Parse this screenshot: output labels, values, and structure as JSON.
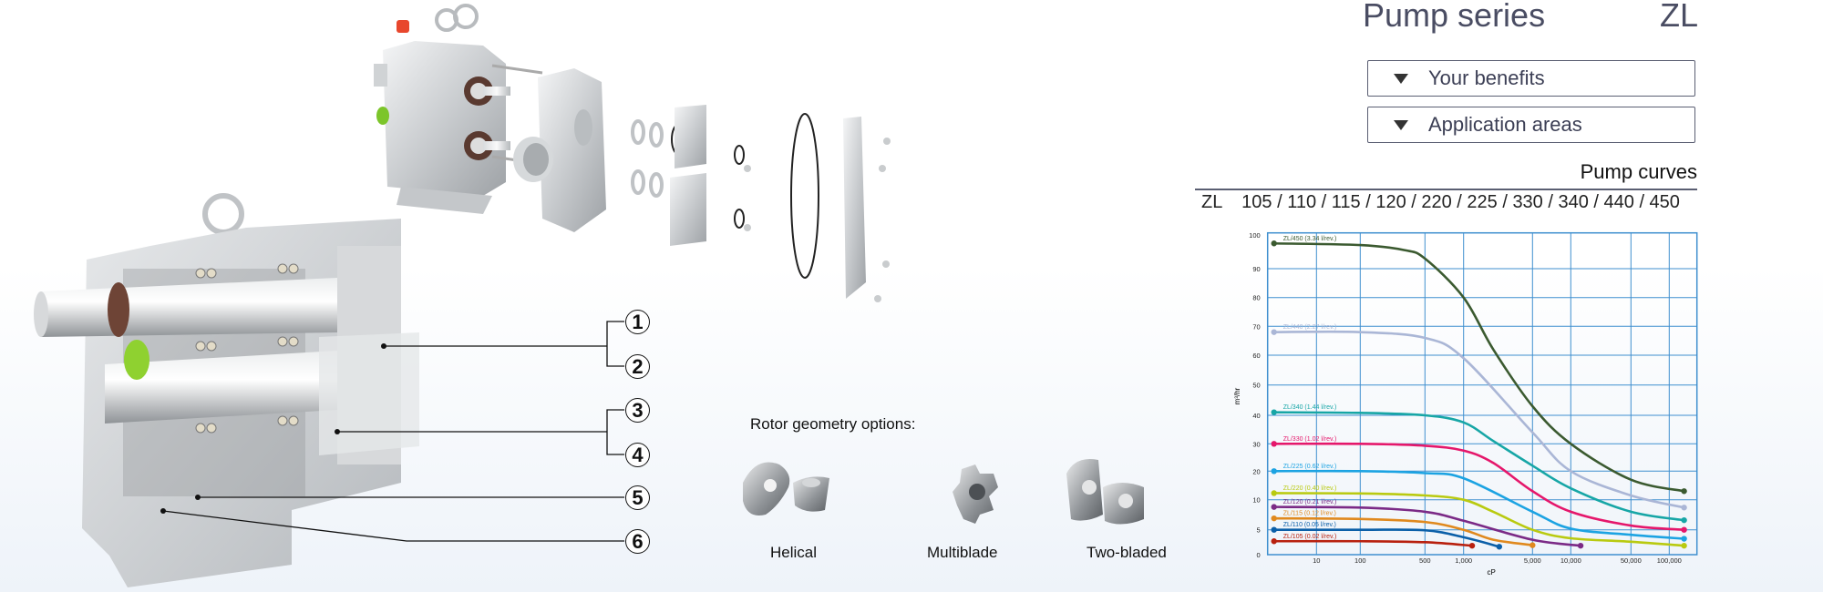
{
  "header": {
    "title": "Pump series",
    "series": "ZL"
  },
  "accordions": [
    {
      "label": "Your benefits"
    },
    {
      "label": "Application areas"
    }
  ],
  "curves_section": {
    "heading": "Pump curves",
    "prefix": "ZL",
    "models": "105 / 110 / 115 / 120 / 220 / 225 / 330 / 340 / 440 / 450"
  },
  "callouts": [
    "1",
    "2",
    "3",
    "4",
    "5",
    "6"
  ],
  "rotors": {
    "heading": "Rotor geometry options:",
    "items": [
      {
        "label": "Helical"
      },
      {
        "label": "Multiblade"
      },
      {
        "label": "Two-bladed"
      }
    ]
  },
  "chart_data": {
    "type": "line",
    "xlabel": "cP",
    "ylabel": "m³/hr",
    "xscale": "log",
    "xticks": [
      10,
      100,
      500,
      1000,
      5000,
      10000,
      50000,
      100000
    ],
    "xtick_labels": [
      "10",
      "100",
      "500",
      "1,000",
      "5,000",
      "10,000",
      "50,000",
      "100,000"
    ],
    "yticks": [
      0,
      5,
      10,
      20,
      30,
      40,
      50,
      60,
      70,
      80,
      90,
      100
    ],
    "ylim": [
      0,
      100
    ],
    "grid": true,
    "series": [
      {
        "name": "ZL/450 (3.34 l/rev.)",
        "color": "#3b5a30",
        "points": [
          [
            1,
            97.5
          ],
          [
            100,
            97
          ],
          [
            300,
            95.5
          ],
          [
            500,
            93
          ],
          [
            1000,
            80
          ],
          [
            2000,
            62
          ],
          [
            5000,
            43
          ],
          [
            10000,
            30
          ],
          [
            50000,
            17
          ],
          [
            158000,
            13
          ]
        ]
      },
      {
        "name": "ZL/440 (2.27 l/rev.)",
        "color": "#aab6d6",
        "points": [
          [
            1,
            68
          ],
          [
            100,
            68
          ],
          [
            500,
            66
          ],
          [
            1000,
            59
          ],
          [
            5000,
            34
          ],
          [
            10000,
            20
          ],
          [
            50000,
            11.5
          ],
          [
            158000,
            8.7
          ]
        ]
      },
      {
        "name": "ZL/340 (1.44 l/rev.)",
        "color": "#17a6a6",
        "points": [
          [
            1,
            41
          ],
          [
            100,
            40.8
          ],
          [
            500,
            40
          ],
          [
            1000,
            37.5
          ],
          [
            2000,
            31
          ],
          [
            5000,
            22
          ],
          [
            10000,
            14
          ],
          [
            50000,
            8
          ],
          [
            158000,
            6.6
          ]
        ]
      },
      {
        "name": "ZL/330 (1.02 l/rev.)",
        "color": "#e5176b",
        "points": [
          [
            1,
            30
          ],
          [
            100,
            30
          ],
          [
            500,
            29.3
          ],
          [
            1000,
            27.5
          ],
          [
            2000,
            23
          ],
          [
            5000,
            13
          ],
          [
            10000,
            8
          ],
          [
            50000,
            5.7
          ],
          [
            158000,
            5
          ]
        ]
      },
      {
        "name": "ZL/225 (0.62 l/rev.)",
        "color": "#1ca3e2",
        "points": [
          [
            1,
            20
          ],
          [
            100,
            20
          ],
          [
            500,
            19.3
          ],
          [
            1000,
            17.5
          ],
          [
            5000,
            8
          ],
          [
            10000,
            5.2
          ],
          [
            50000,
            4
          ],
          [
            158000,
            3.2
          ]
        ]
      },
      {
        "name": "ZL/220 (0.40 l/rev.)",
        "color": "#b9ca10",
        "points": [
          [
            1,
            12.3
          ],
          [
            100,
            12.2
          ],
          [
            500,
            11.5
          ],
          [
            1000,
            10
          ],
          [
            2000,
            8
          ],
          [
            5000,
            5
          ],
          [
            10000,
            3.3
          ],
          [
            50000,
            2.6
          ],
          [
            158000,
            1.8
          ]
        ]
      },
      {
        "name": "ZL/120 (0.21 l/rev.)",
        "color": "#7b2a86",
        "points": [
          [
            1,
            8.8
          ],
          [
            100,
            8.7
          ],
          [
            500,
            8
          ],
          [
            1000,
            6.5
          ],
          [
            5000,
            3
          ],
          [
            13000,
            1.8
          ]
        ]
      },
      {
        "name": "ZL/115 (0.12 l/rev.)",
        "color": "#e0891e",
        "points": [
          [
            1,
            6.9
          ],
          [
            100,
            6.8
          ],
          [
            500,
            6.3
          ],
          [
            1000,
            5
          ],
          [
            2000,
            3
          ],
          [
            5000,
            1.9
          ]
        ]
      },
      {
        "name": "ZL/110 (0.05 l/rev.)",
        "color": "#0b5fa8",
        "points": [
          [
            1,
            5
          ],
          [
            100,
            5
          ],
          [
            500,
            4.9
          ],
          [
            1000,
            3.5
          ],
          [
            2300,
            1.6
          ]
        ]
      },
      {
        "name": "ZL/105 (0.02 l/rev.)",
        "color": "#b8200e",
        "points": [
          [
            1,
            2.7
          ],
          [
            100,
            2.7
          ],
          [
            500,
            2.5
          ],
          [
            1220,
            1.8
          ]
        ]
      }
    ]
  }
}
